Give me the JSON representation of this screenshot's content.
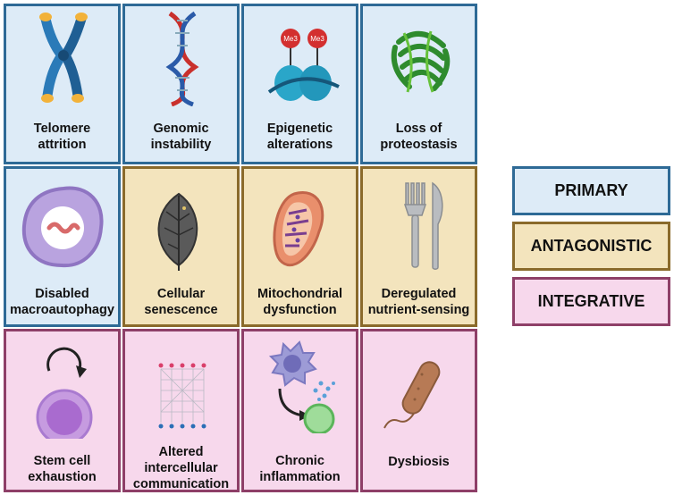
{
  "hallmarks": [
    {
      "lines": [
        "Telomere",
        "attrition"
      ],
      "category": "primary",
      "icon": "chromosome-icon"
    },
    {
      "lines": [
        "Genomic",
        "instability"
      ],
      "category": "primary",
      "icon": "dna-icon"
    },
    {
      "lines": [
        "Epigenetic",
        "alterations"
      ],
      "category": "primary",
      "icon": "nucleosome-icon",
      "marks": [
        "Me3",
        "Me3"
      ]
    },
    {
      "lines": [
        "Loss of",
        "proteostasis"
      ],
      "category": "primary",
      "icon": "protein-icon"
    },
    {
      "lines": [
        "Disabled",
        "macroautophagy"
      ],
      "category": "primary",
      "icon": "autophagosome-icon"
    },
    {
      "lines": [
        "Cellular",
        "senescence"
      ],
      "category": "antagonistic",
      "icon": "dead-leaf-icon"
    },
    {
      "lines": [
        "Mitochondrial",
        "dysfunction"
      ],
      "category": "antagonistic",
      "icon": "mitochondrion-icon"
    },
    {
      "lines": [
        "Deregulated",
        "nutrient-sensing"
      ],
      "category": "antagonistic",
      "icon": "fork-knife-icon"
    },
    {
      "lines": [
        "Stem cell",
        "exhaustion"
      ],
      "category": "integrative",
      "icon": "stem-cell-icon"
    },
    {
      "lines": [
        "Altered",
        "intercellular",
        "communication"
      ],
      "category": "integrative",
      "icon": "network-icon"
    },
    {
      "lines": [
        "Chronic",
        "inflammation"
      ],
      "category": "integrative",
      "icon": "immune-cell-icon"
    },
    {
      "lines": [
        "Dysbiosis"
      ],
      "category": "integrative",
      "icon": "bacterium-icon"
    }
  ],
  "legend": {
    "primary": "PRIMARY",
    "antagonistic": "ANTAGONISTIC",
    "integrative": "INTEGRATIVE"
  },
  "colors": {
    "primary_fill": "#ddebf7",
    "primary_border": "#2e6a96",
    "antagonistic_fill": "#f3e4bd",
    "antagonistic_border": "#8a6a2b",
    "integrative_fill": "#f7d8ec",
    "integrative_border": "#8e3f68"
  }
}
